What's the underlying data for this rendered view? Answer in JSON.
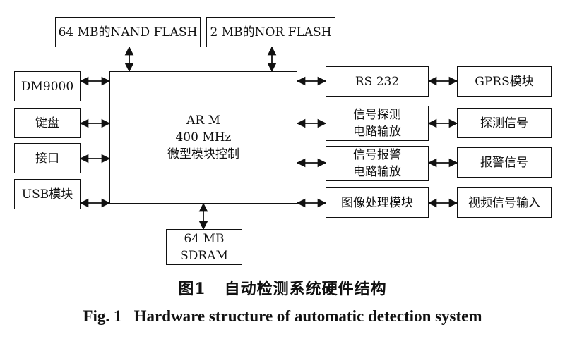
{
  "blocks": {
    "nand": "64  MB的NAND  FLASH",
    "nor": "2  MB的NOR  FLASH",
    "dm9000": "DM9000",
    "keyboard": "键盘",
    "interface": "接口",
    "usb": "USB模块",
    "arm": "AR M\n400  MHz\n微型模块控制",
    "sdram": "64  MB\nSDRAM",
    "rs232": "RS  232",
    "gprs": "GPRS模块",
    "detect_circuit": "信号探测\n电路输放",
    "detect_signal": "探测信号",
    "alarm_circuit": "信号报警\n电路输放",
    "alarm_signal": "报警信号",
    "image_module": "图像处理模块",
    "video_input": "视频信号输入"
  },
  "caption": {
    "chinese": "图1   自动检测系统硬件结构",
    "english": "Fig. 1   Hardware structure of automatic detection system"
  }
}
